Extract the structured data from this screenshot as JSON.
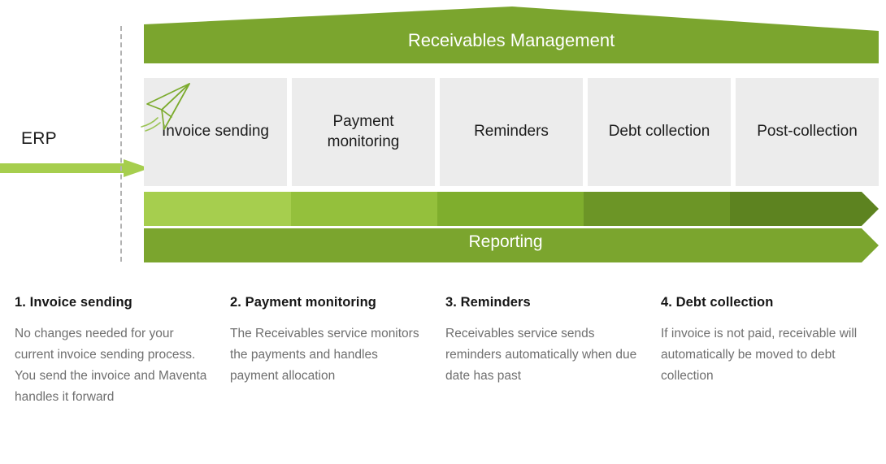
{
  "source": {
    "label": "ERP",
    "arrow_icon": "arrow-right-icon",
    "arrow_color": "#a6ce4e"
  },
  "banner": {
    "title": "Receivables Management",
    "color": "#7ba52e",
    "text_color": "#ffffff"
  },
  "stages": [
    {
      "label": "Invoice sending",
      "icon": "paper-plane-icon",
      "chevron_color": "#a6ce4e"
    },
    {
      "label": "Payment\nmonitoring",
      "icon": "",
      "chevron_color": "#94c03c"
    },
    {
      "label": "Reminders",
      "icon": "",
      "chevron_color": "#7fae2d"
    },
    {
      "label": "Debt collection",
      "icon": "",
      "chevron_color": "#6c9526"
    },
    {
      "label": "Post-collection",
      "icon": "",
      "chevron_color": "#5d8320"
    }
  ],
  "stage_box_color": "#ececec",
  "reporting": {
    "label": "Reporting",
    "color": "#7ba52e",
    "text_color": "#ffffff"
  },
  "divider": {
    "style": "dashed",
    "color": "#b2b2b2"
  },
  "steps": [
    {
      "title": "1. Invoice sending",
      "body": "No changes needed for your current invoice sending process. You send the invoice and Maventa handles it forward"
    },
    {
      "title": "2. Payment monitoring",
      "body": "The Receivables service monitors the payments and handles payment allocation"
    },
    {
      "title": "3. Reminders",
      "body": "Receivables service sends reminders automatically when due date has past"
    },
    {
      "title": "4. Debt collection",
      "body": "If invoice is not paid, receivable will automatically be moved to debt collection"
    }
  ]
}
